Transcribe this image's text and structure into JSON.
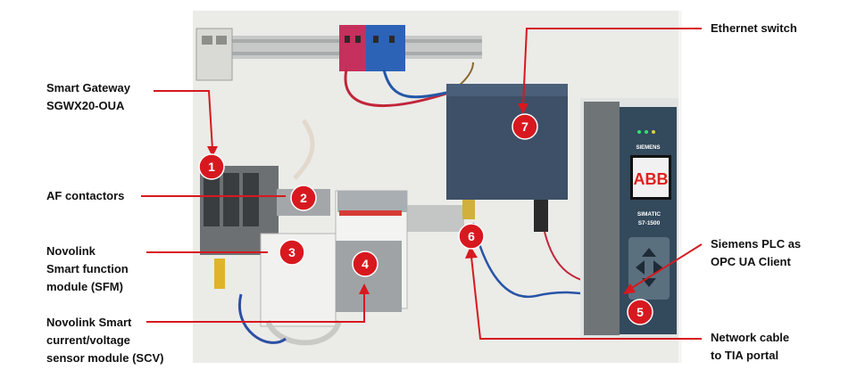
{
  "labels": {
    "gateway": "Smart Gateway\nSGWX20-OUA",
    "af": "AF contactors",
    "sfm": "Novolink\nSmart function\nmodule (SFM)",
    "scv": "Novolink Smart\ncurrent/voltage\nsensor module (SCV)",
    "ethernet": "Ethernet switch",
    "plc": "Siemens PLC as\nOPC UA Client",
    "cable": "Network cable\nto TIA portal"
  },
  "badges": [
    "1",
    "2",
    "3",
    "4",
    "5",
    "6",
    "7"
  ],
  "device_text": {
    "brand": "SIEMENS",
    "logo": "ABB",
    "model_line1": "SIMATIC",
    "model_line2": "S7-1500"
  },
  "colors": {
    "callout": "#d7191f",
    "badge": "#d7191f",
    "panel": "#e9e9e6",
    "switch": "#3c4f66",
    "plc": "#304a5e"
  }
}
